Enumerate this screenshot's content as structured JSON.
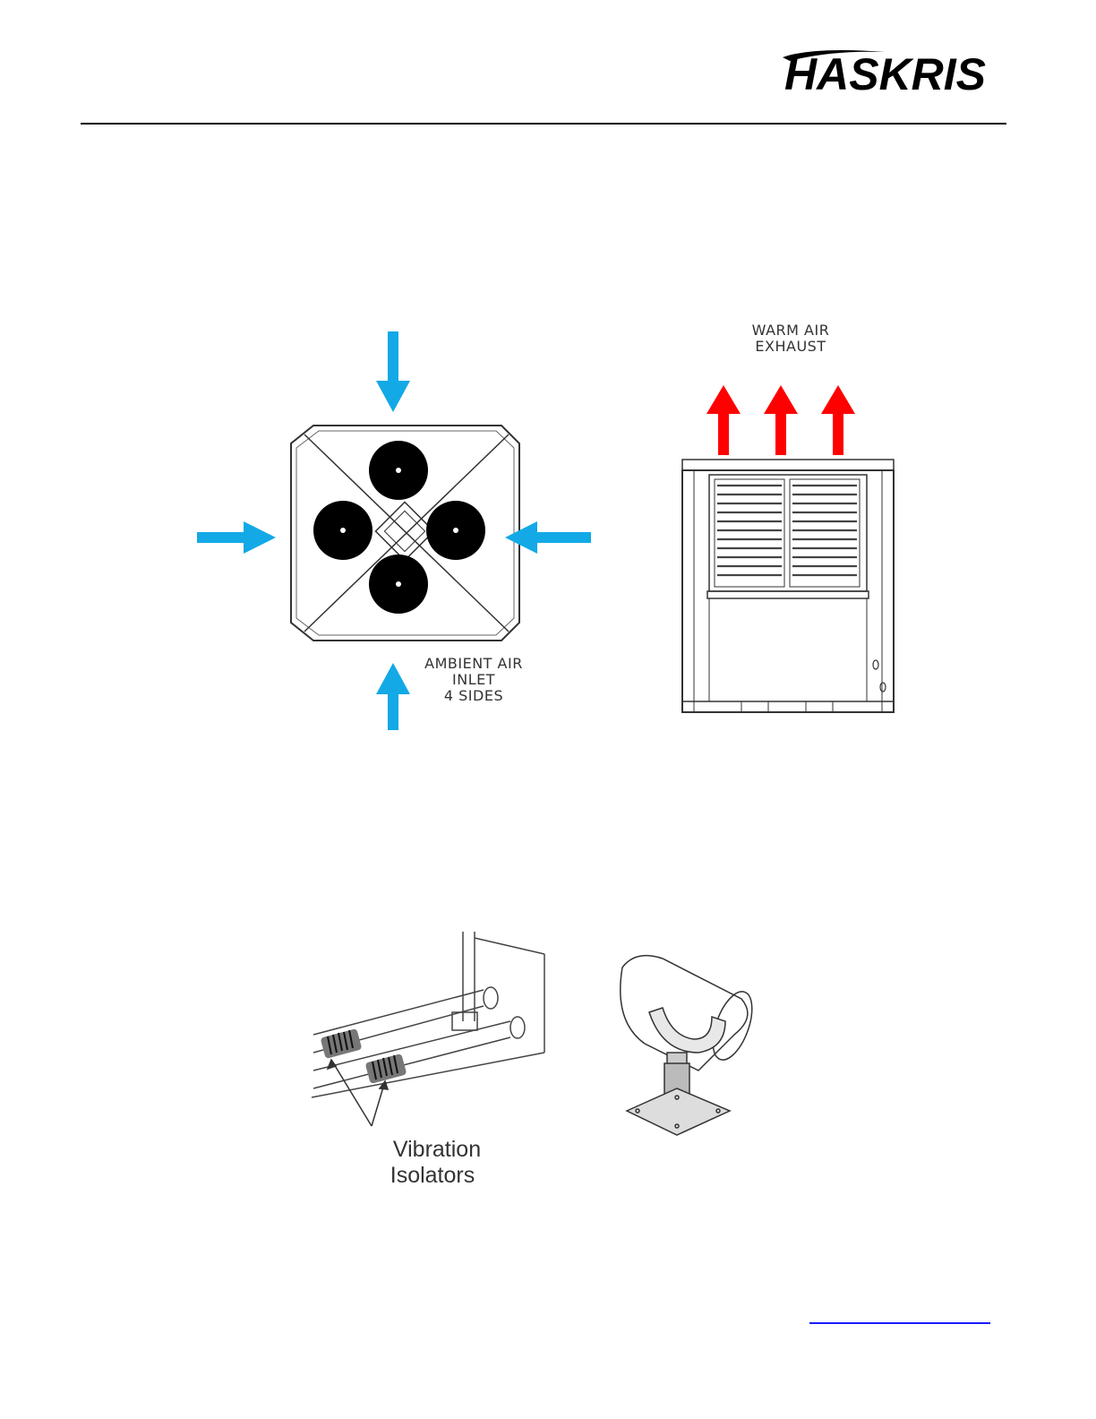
{
  "brand": {
    "logo_text": "HASKRIS"
  },
  "figure_airflow": {
    "exhaust_label_line1": "WARM AIR",
    "exhaust_label_line2": "EXHAUST",
    "inlet_label_line1": "AMBIENT AIR",
    "inlet_label_line2": "INLET",
    "inlet_label_line3": "4 SIDES"
  },
  "figure_isolators": {
    "label_line1": "Vibration",
    "label_line2": "Isolators"
  },
  "footer": {
    "link_text": ""
  },
  "colors": {
    "inlet_arrow": "#12a9e6",
    "exhaust_arrow": "#ff0000",
    "link": "#1a1aff"
  }
}
